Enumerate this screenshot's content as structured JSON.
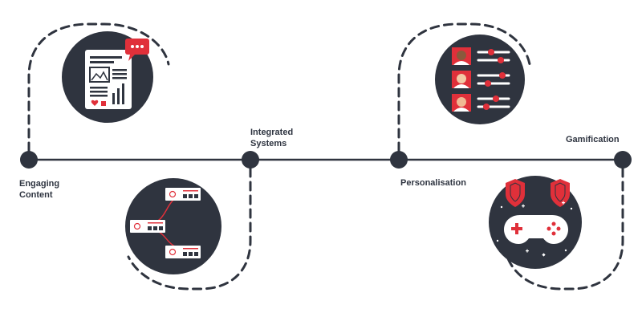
{
  "diagram": {
    "colors": {
      "dark": "#2f343f",
      "accent": "#e0303a",
      "light": "#ffffff",
      "line": "#2f343f"
    },
    "stages": [
      {
        "lines": [
          "Engaging",
          "Content"
        ],
        "icon": "document-chart-icon"
      },
      {
        "lines": [
          "Integrated",
          "Systems"
        ],
        "icon": "network-servers-icon"
      },
      {
        "lines": [
          "Personalisation"
        ],
        "icon": "user-preferences-icon"
      },
      {
        "lines": [
          "Gamification"
        ],
        "icon": "game-controller-icon"
      }
    ]
  }
}
